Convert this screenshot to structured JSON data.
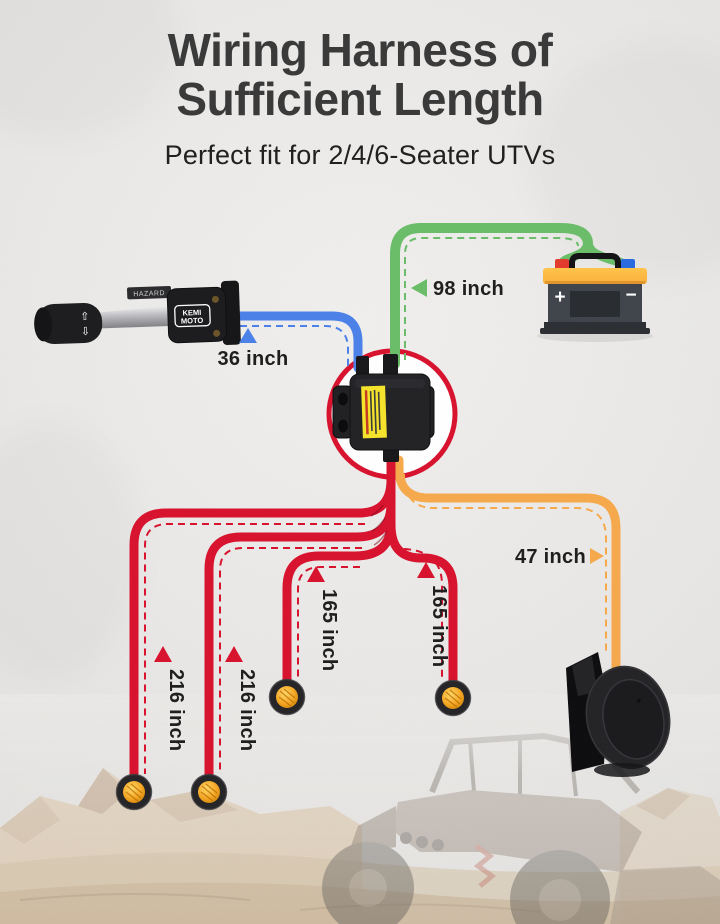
{
  "header": {
    "title_line1": "Wiring Harness of",
    "title_line2": "Sufficient Length",
    "subtitle": "Perfect fit for 2/4/6-Seater UTVs"
  },
  "annotations": {
    "battery_wire_length": "98 inch",
    "switch_wire_length": "36 inch",
    "horn_wire_length": "47 inch",
    "signal_1_length": "216 inch",
    "signal_2_length": "216 inch",
    "signal_3_length": "165 inch",
    "signal_4_length": "165 inch"
  },
  "components": {
    "switch_brand_line1": "KEMI",
    "switch_brand_line2": "MOTO",
    "switch_tab": "HAZARD",
    "battery_positive": "+",
    "battery_negative": "−"
  },
  "colors": {
    "wire_red": "#d8112d",
    "wire_green": "#6abd69",
    "wire_blue": "#4a80e8",
    "wire_orange": "#f6a94b",
    "title_text": "#3a3a3a",
    "battery_yellow": "#fbb03b",
    "amber_lens": "#f5a623"
  }
}
